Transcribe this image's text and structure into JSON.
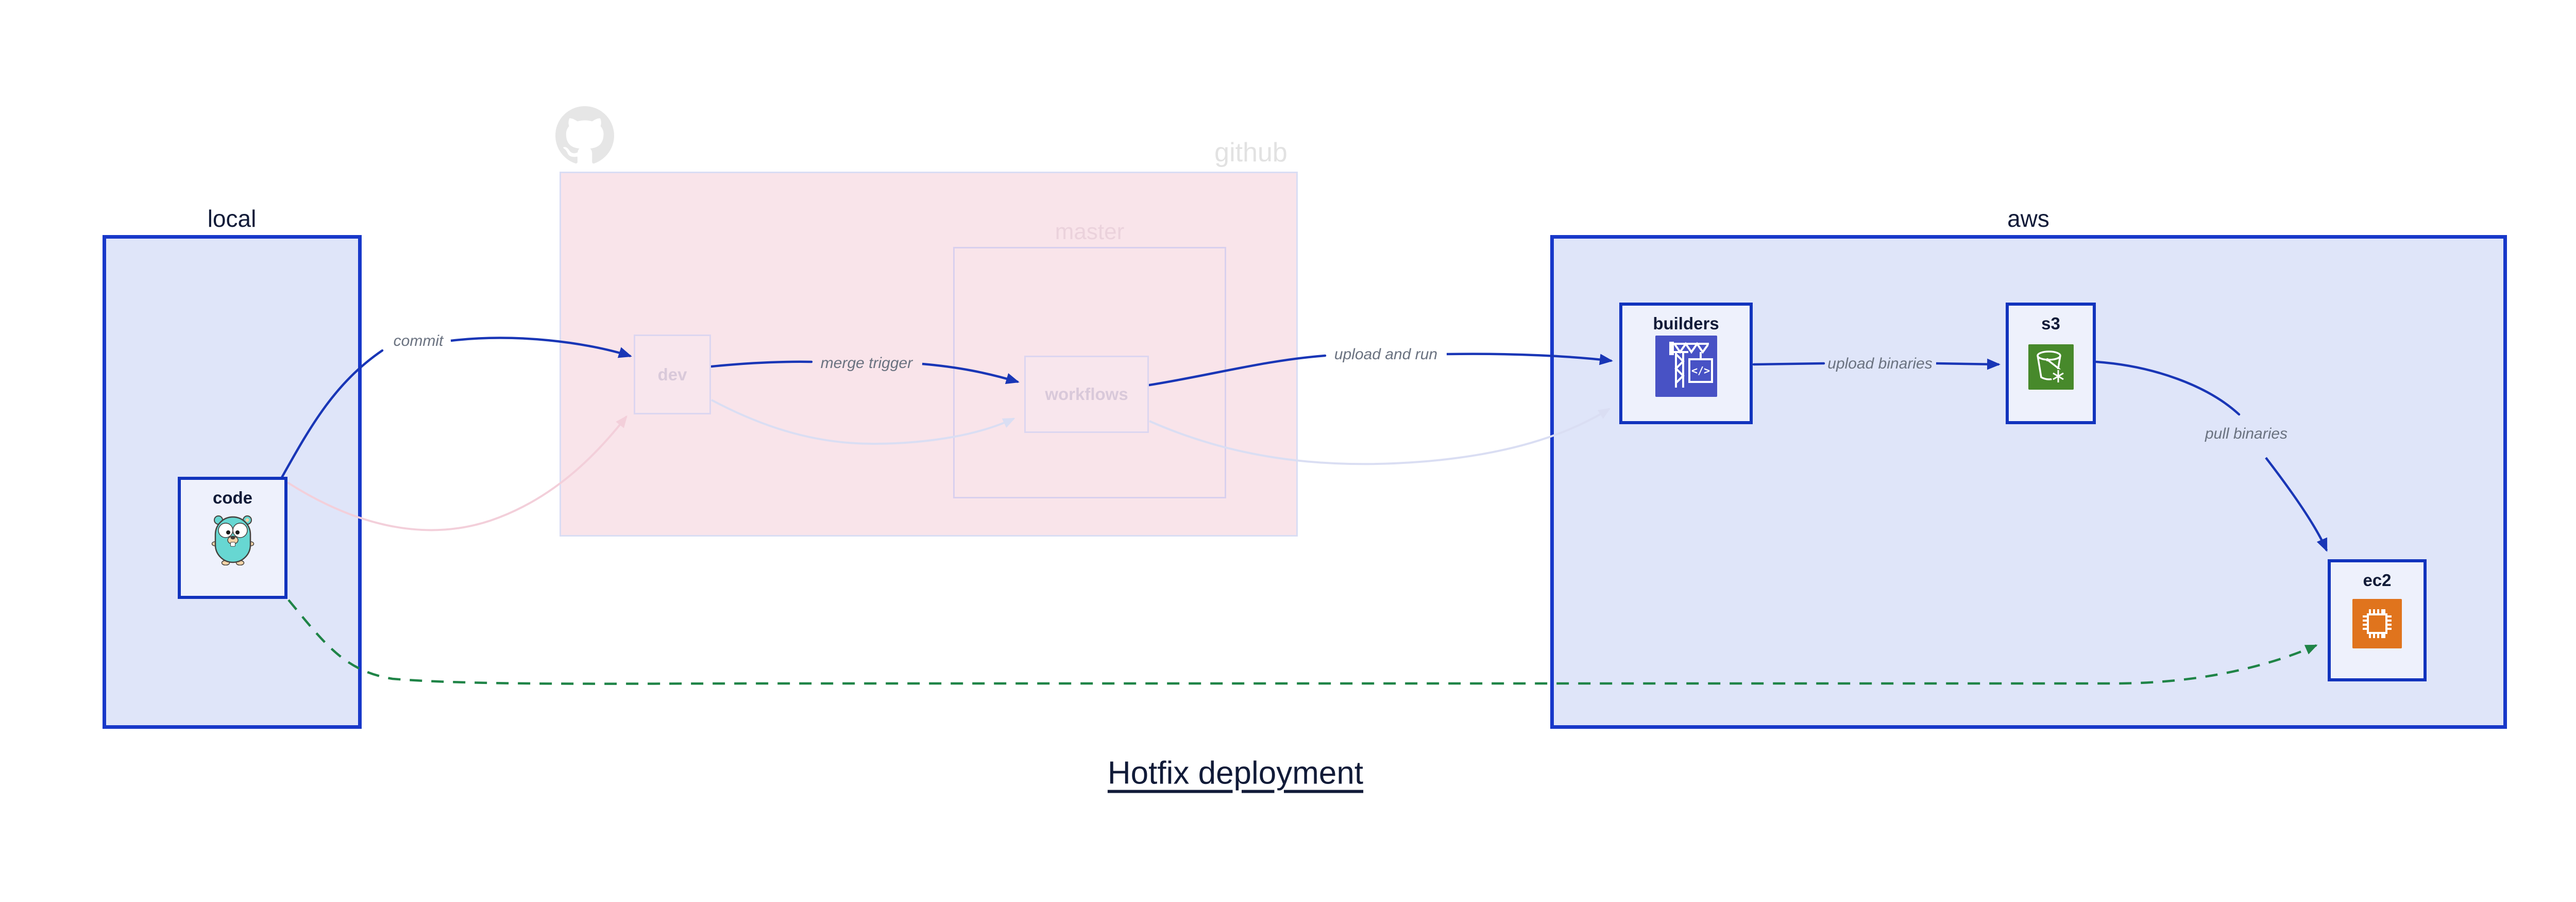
{
  "title": "Hotfix deployment",
  "regions": {
    "local": {
      "label": "local"
    },
    "github": {
      "label": "github"
    },
    "master": {
      "label": "master"
    },
    "aws": {
      "label": "aws"
    }
  },
  "nodes": {
    "code": {
      "label": "code",
      "icon": "go-gopher"
    },
    "dev": {
      "label": "dev"
    },
    "workflows": {
      "label": "workflows"
    },
    "builders": {
      "label": "builders",
      "icon": "construction-crane",
      "icon_glyph": "</>"
    },
    "s3": {
      "label": "s3",
      "icon": "bucket-snowflake"
    },
    "ec2": {
      "label": "ec2",
      "icon": "cpu-chip"
    }
  },
  "edge_labels": {
    "commit": "commit",
    "merge_trigger": "merge trigger",
    "upload_and_run": "upload and run",
    "upload_binaries": "upload binaries",
    "pull_binaries": "pull binaries"
  },
  "colors": {
    "canvas_bg": "#ffffff",
    "region_fill": "#dfe5f9",
    "region_border": "#1838c9",
    "node_fill": "#eef1fc",
    "node_border": "#1133bd",
    "github_fill": "#f9e4ea",
    "github_border": "#d9ddf4",
    "master_border": "#d9d0ee",
    "master_label_text": "#ebd2dc",
    "github_label_text": "#e2e2e2",
    "faded_node_fill": "#f8e6ed",
    "faded_node_border": "#dcd6f0",
    "faded_node_text": "#d9c9da",
    "edge_blue": "#1936b6",
    "edge_green": "#1f8447",
    "faded_pink_edge": "#f3cfda",
    "faded_lavender_edge": "#dadef3",
    "edge_label_text": "#6a7280",
    "dark_text": "#111b38",
    "octocat_gray": "#e6e6e6",
    "builders_icon_bg": "#4852c5",
    "s3_icon_bg": "#47892b",
    "ec2_icon_bg": "#e0741d",
    "gopher_teal": "#67d7d2",
    "gopher_beige": "#f2d3a7"
  }
}
